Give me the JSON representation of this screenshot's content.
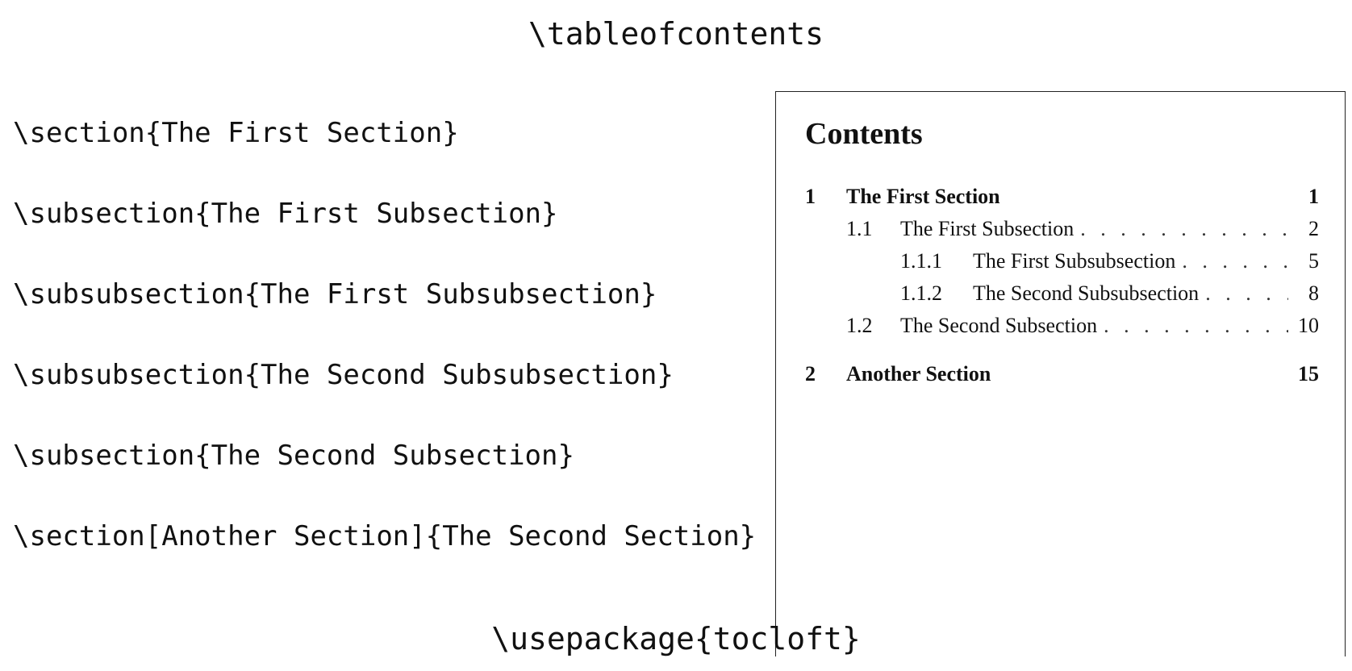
{
  "header": {
    "command": "\\tableofcontents"
  },
  "source_lines": [
    "\\section{The First Section}",
    "\\subsection{The First Subsection}",
    "\\subsubsection{The First Subsubsection}",
    "\\subsubsection{The Second Subsubsection}",
    "\\subsection{The Second Subsection}",
    "\\section[Another Section]{The Second Section}"
  ],
  "toc": {
    "title": "Contents",
    "entries": [
      {
        "number": "1",
        "title": "The First Section",
        "page": "1",
        "level": 1
      },
      {
        "number": "1.1",
        "title": "The First Subsection",
        "page": "2",
        "level": 2
      },
      {
        "number": "1.1.1",
        "title": "The First Subsubsection",
        "page": "5",
        "level": 3
      },
      {
        "number": "1.1.2",
        "title": "The Second Subsubsection",
        "page": "8",
        "level": 3
      },
      {
        "number": "1.2",
        "title": "The Second Subsection",
        "page": "10",
        "level": 2
      },
      {
        "number": "2",
        "title": "Another Section",
        "page": "15",
        "level": 1
      }
    ]
  },
  "footer": {
    "command": "\\usepackage{tocloft}"
  }
}
